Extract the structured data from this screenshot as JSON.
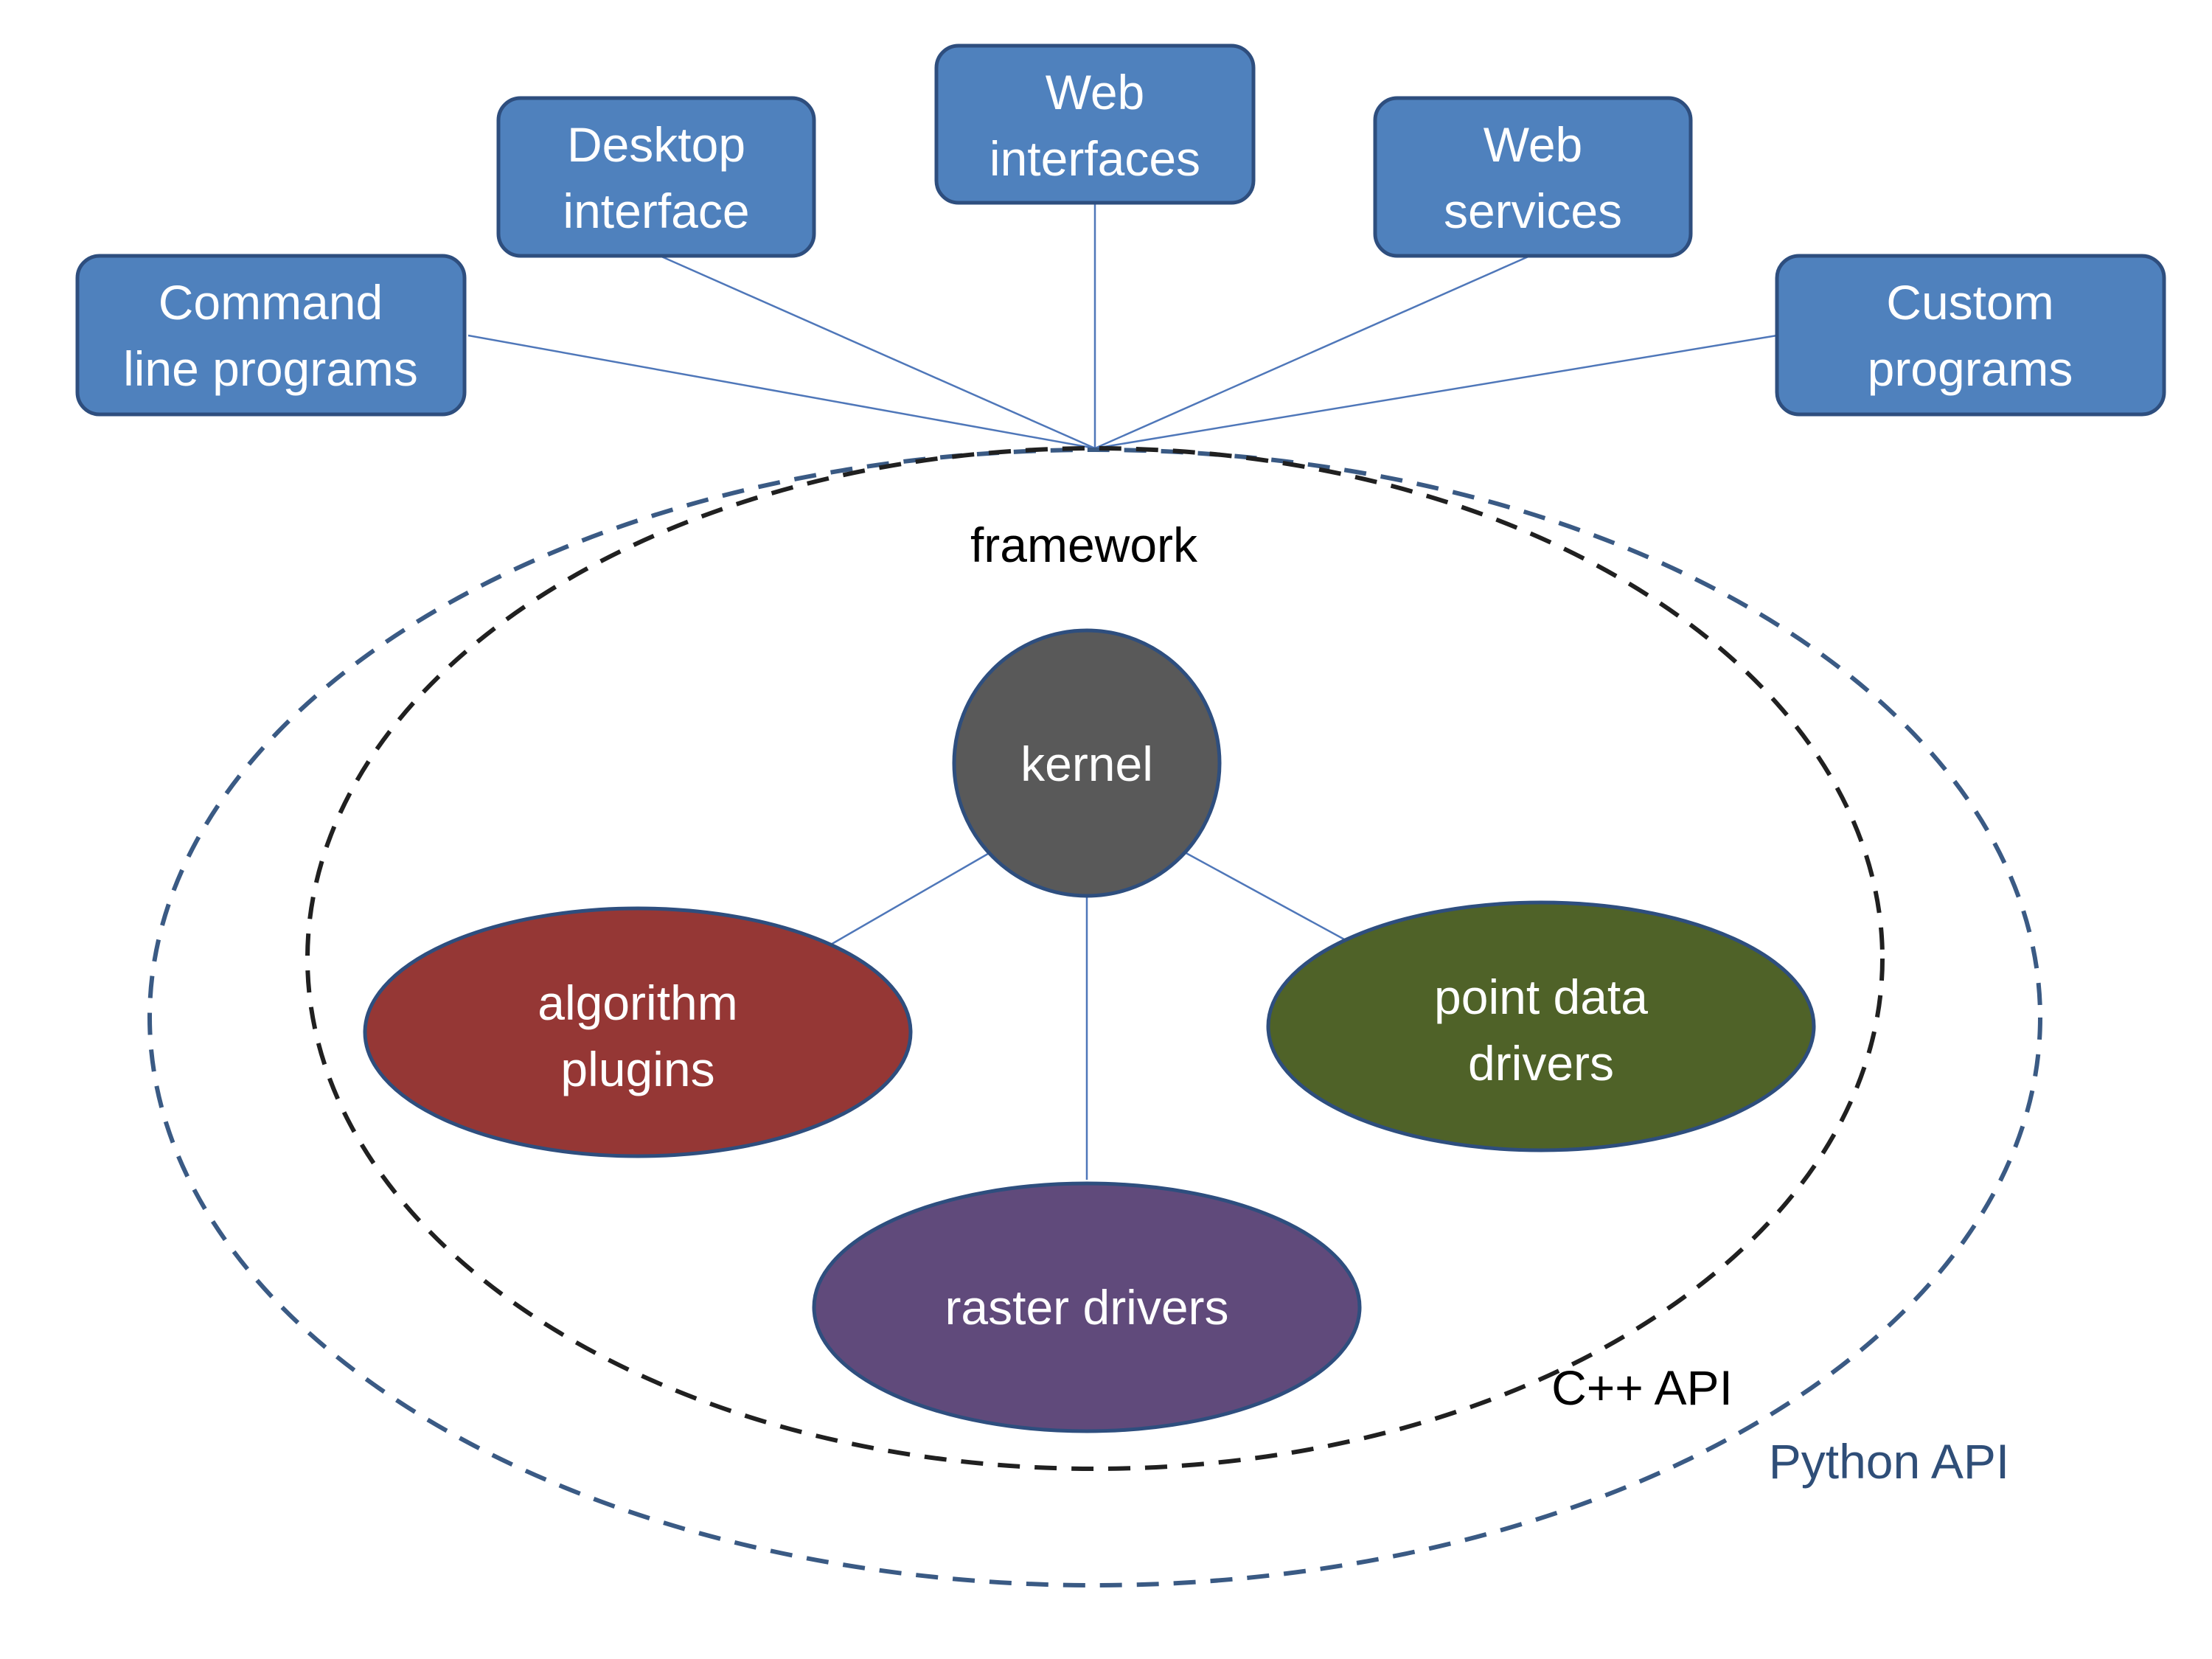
{
  "colors": {
    "box_fill": "#4F81BD",
    "kernel_fill": "#595959",
    "algorithm_fill": "#953735",
    "point_fill": "#4F6228",
    "raster_fill": "#604A7B",
    "python_ring": "#3A5A84",
    "cpp_ring": "#202020",
    "connector": "#4F77B9"
  },
  "interfaces": [
    {
      "id": "cmd",
      "lines": [
        "Command",
        "line programs"
      ]
    },
    {
      "id": "desktop",
      "lines": [
        "Desktop",
        "interface"
      ]
    },
    {
      "id": "web",
      "lines": [
        "Web",
        "interfaces"
      ]
    },
    {
      "id": "webservices",
      "lines": [
        "Web",
        "services"
      ]
    },
    {
      "id": "custom",
      "lines": [
        "Custom",
        "programs"
      ]
    }
  ],
  "framework_label": "framework",
  "kernel_label": "kernel",
  "components": {
    "algorithm": [
      "algorithm",
      "plugins"
    ],
    "point": [
      "point data",
      "drivers"
    ],
    "raster": [
      "raster drivers"
    ]
  },
  "cpp_api_label": "C++ API",
  "python_api_label": "Python API"
}
